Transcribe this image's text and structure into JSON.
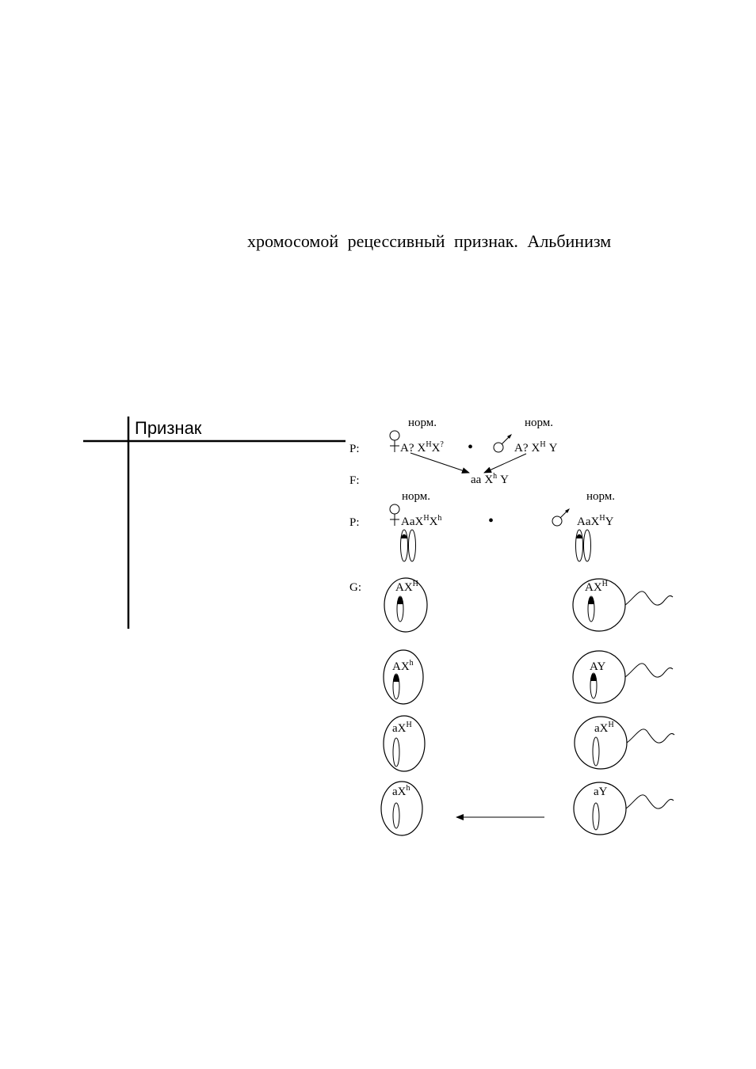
{
  "body_text": "хромосомой  рецессивный  признак.  Альбинизм",
  "table": {
    "header": "Признак"
  },
  "diagram": {
    "row_labels": {
      "p1": "P:",
      "f": "F:",
      "p2": "P:",
      "g": "G:"
    },
    "normal_label": "норм.",
    "cross_symbol": "•",
    "female_symbol_name": "female-sign-icon",
    "male_symbol_name": "male-sign-icon",
    "p1": {
      "female": {
        "allele": "A?",
        "x1": "X",
        "x1_sup": "H",
        "x2": "X",
        "x2_sup": "?"
      },
      "male": {
        "allele": "A?",
        "x": "X",
        "x_sup": "H",
        "y": "Y"
      }
    },
    "f": {
      "allele": "aa",
      "x": "X",
      "x_sup": "h",
      "y": "Y"
    },
    "p2": {
      "female": {
        "base": "AaX",
        "sup1": "H",
        "mid": "X",
        "sup2": "h"
      },
      "male": {
        "base": "AaX",
        "sup1": "H",
        "y": "Y"
      }
    },
    "gametes_female": [
      {
        "base": "AX",
        "sup": "H"
      },
      {
        "base": "AX",
        "sup": "h"
      },
      {
        "base": "aX",
        "sup": "H"
      },
      {
        "base": "aX",
        "sup": "h"
      }
    ],
    "gametes_male": [
      {
        "base": "AX",
        "sup": "H"
      },
      {
        "base": "AY",
        "sup": ""
      },
      {
        "base": "aX",
        "sup": "H"
      },
      {
        "base": "aY",
        "sup": ""
      }
    ]
  }
}
